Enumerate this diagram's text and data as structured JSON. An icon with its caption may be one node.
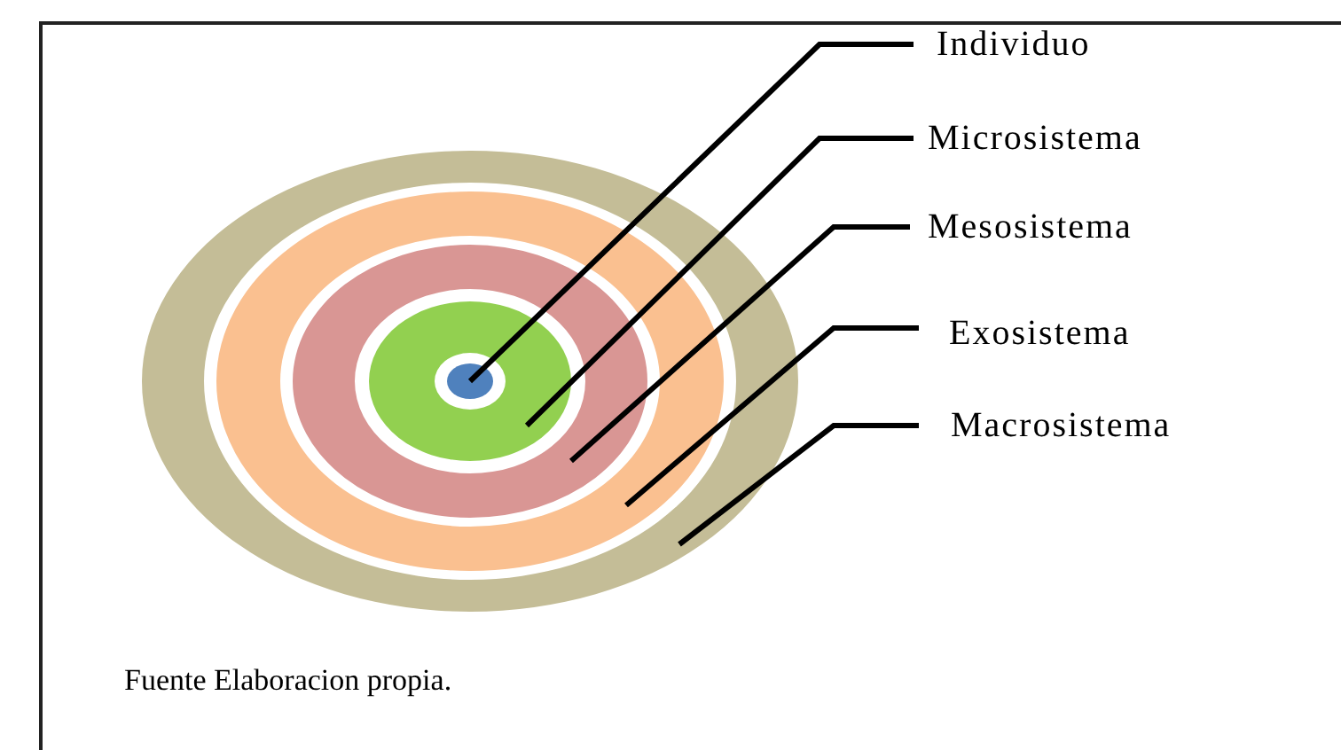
{
  "diagram": {
    "caption": "Fuente Elaboracion propia.",
    "nodes": [
      {
        "text": [
          "Individuo"
        ]
      },
      {
        "text": [
          "Microsistema"
        ]
      },
      {
        "text": [
          "Mesosistema"
        ]
      },
      {
        "text": [
          "Exosistema"
        ]
      },
      {
        "text": [
          "Macrosistema"
        ]
      },
      {
        "text": [],
        "shape": "circle"
      },
      {
        "text": [],
        "shape": "circle",
        "in": 5
      },
      {
        "text": [],
        "shape": "circle",
        "in": 6
      },
      {
        "text": [],
        "shape": "circle",
        "in": 7
      },
      {
        "text": [],
        "shape": "circle",
        "in": 8
      }
    ],
    "edges": [
      {
        "from": 0,
        "to": 9,
        "arrow": "none"
      },
      {
        "from": 1,
        "to": 8,
        "arrow": "none"
      },
      {
        "from": 2,
        "to": 7,
        "arrow": "none"
      },
      {
        "from": 3,
        "to": 6,
        "arrow": "none"
      },
      {
        "from": 4,
        "to": 5,
        "arrow": "none"
      }
    ]
  }
}
